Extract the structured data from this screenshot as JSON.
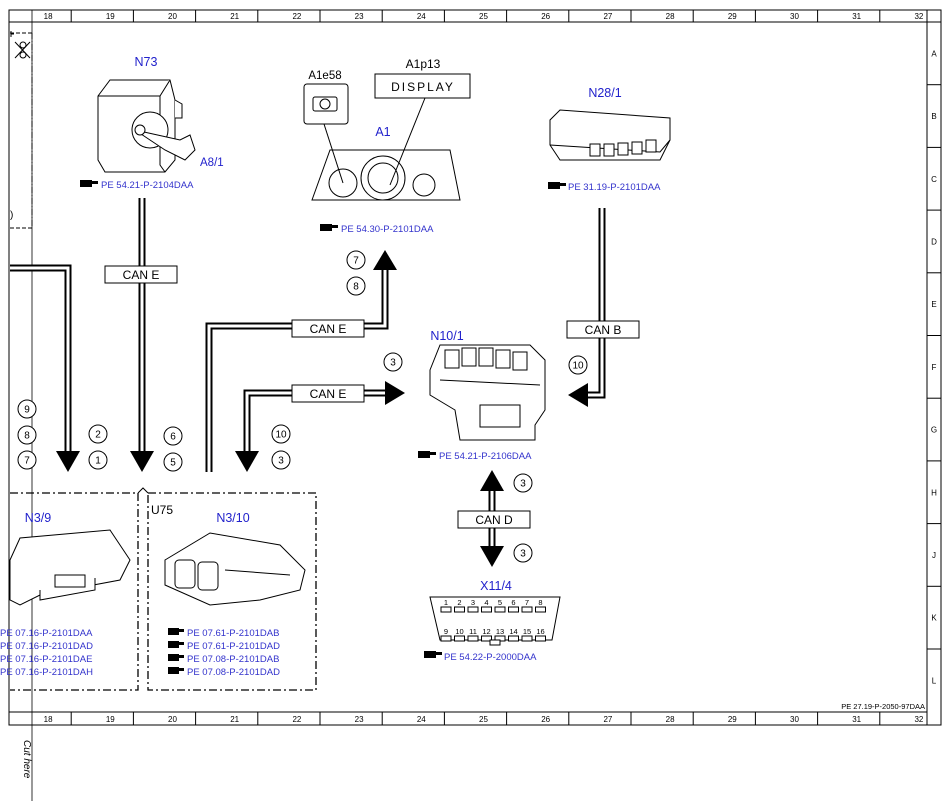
{
  "sheet": {
    "columns": [
      "18",
      "19",
      "20",
      "21",
      "22",
      "23",
      "24",
      "25",
      "26",
      "27",
      "28",
      "29",
      "30",
      "31",
      "32"
    ],
    "rows": [
      "A",
      "B",
      "C",
      "D",
      "E",
      "F",
      "G",
      "H",
      "J",
      "K",
      "L"
    ],
    "doc_ref": "PE 27.19-P-2050-97DAA",
    "cut_here": "Cut here"
  },
  "components": {
    "n73": "N73",
    "a8_1": "A8/1",
    "a1e58": "A1e58",
    "a1p13": "A1p13",
    "display": "DISPLAY",
    "a1": "A1",
    "n28_1": "N28/1",
    "n10_1": "N10/1",
    "x11_4": "X11/4",
    "n3_9": "N3/9",
    "u75": "U75",
    "n3_10": "N3/10"
  },
  "refs": {
    "n73": "PE 54.21-P-2104DAA",
    "a1": "PE 54.30-P-2101DAA",
    "n28_1": "PE 31.19-P-2101DAA",
    "n10_1": "PE 54.21-P-2106DAA",
    "x11_4": "PE 54.22-P-2000DAA",
    "n3_9": [
      "PE 07.16-P-2101DAA",
      "PE 07.16-P-2101DAD",
      "PE 07.16-P-2101DAE",
      "PE 07.16-P-2101DAH"
    ],
    "n3_10": [
      "PE 07.61-P-2101DAB",
      "PE 07.61-P-2101DAD",
      "PE 07.08-P-2101DAB",
      "PE 07.08-P-2101DAD"
    ]
  },
  "buses": {
    "can_e": "CAN E",
    "can_b": "CAN B",
    "can_d": "CAN D"
  },
  "circles": {
    "a1_top": "7",
    "a1_bottom": "8",
    "n10_left": "3",
    "n10_right": "10",
    "x11_up": "3",
    "x11_down": "3",
    "left_9": "9",
    "left_8": "8",
    "left_7": "7",
    "mid_2": "2",
    "mid_1": "1",
    "can_6": "6",
    "can_5": "5",
    "n310_10": "10",
    "n310_3": "3"
  },
  "obd_pins_top": [
    "1",
    "2",
    "3",
    "4",
    "5",
    "6",
    "7",
    "8"
  ],
  "obd_pins_bottom": [
    "9",
    "10",
    "11",
    "12",
    "13",
    "14",
    "15",
    "16"
  ]
}
